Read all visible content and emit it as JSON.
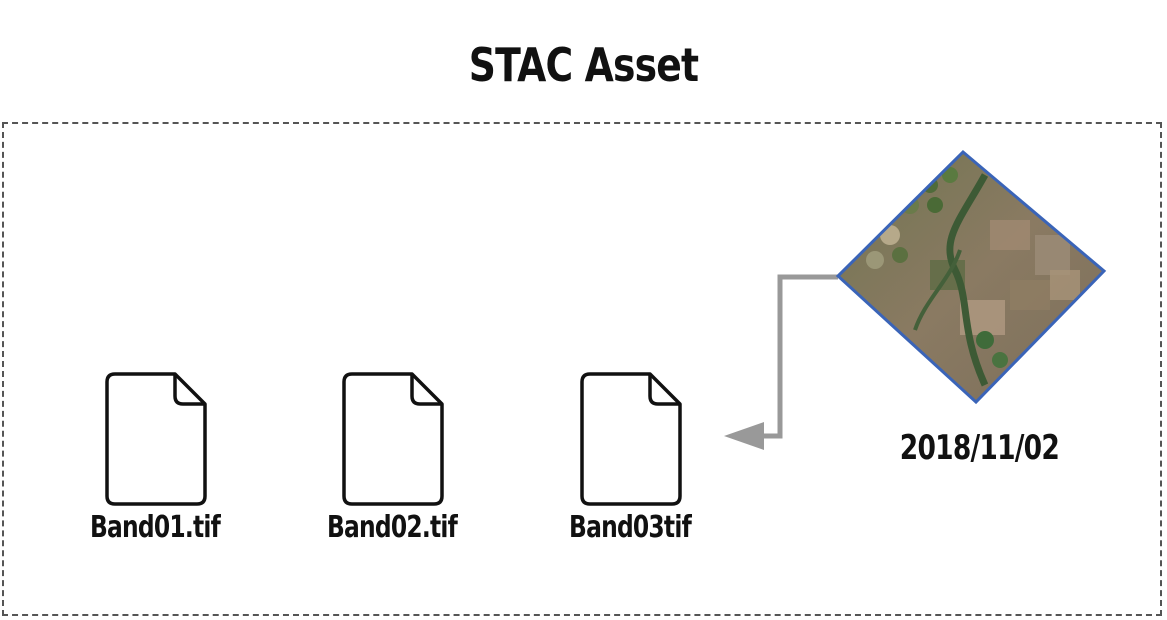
{
  "diagram": {
    "title": "STAC Asset",
    "files": [
      {
        "label": "Band01.tif"
      },
      {
        "label": "Band02.tif"
      },
      {
        "label": "Band03tif"
      }
    ],
    "image": {
      "date_label": "2018/11/02"
    }
  },
  "colors": {
    "frame_border": "#555555",
    "arrow": "#999999",
    "file_stroke": "#111111",
    "image_border": "#3a64b8"
  },
  "icons": {
    "file": "file-icon",
    "satellite_image": "satellite-image-icon",
    "arrow": "arrow-left-icon"
  }
}
